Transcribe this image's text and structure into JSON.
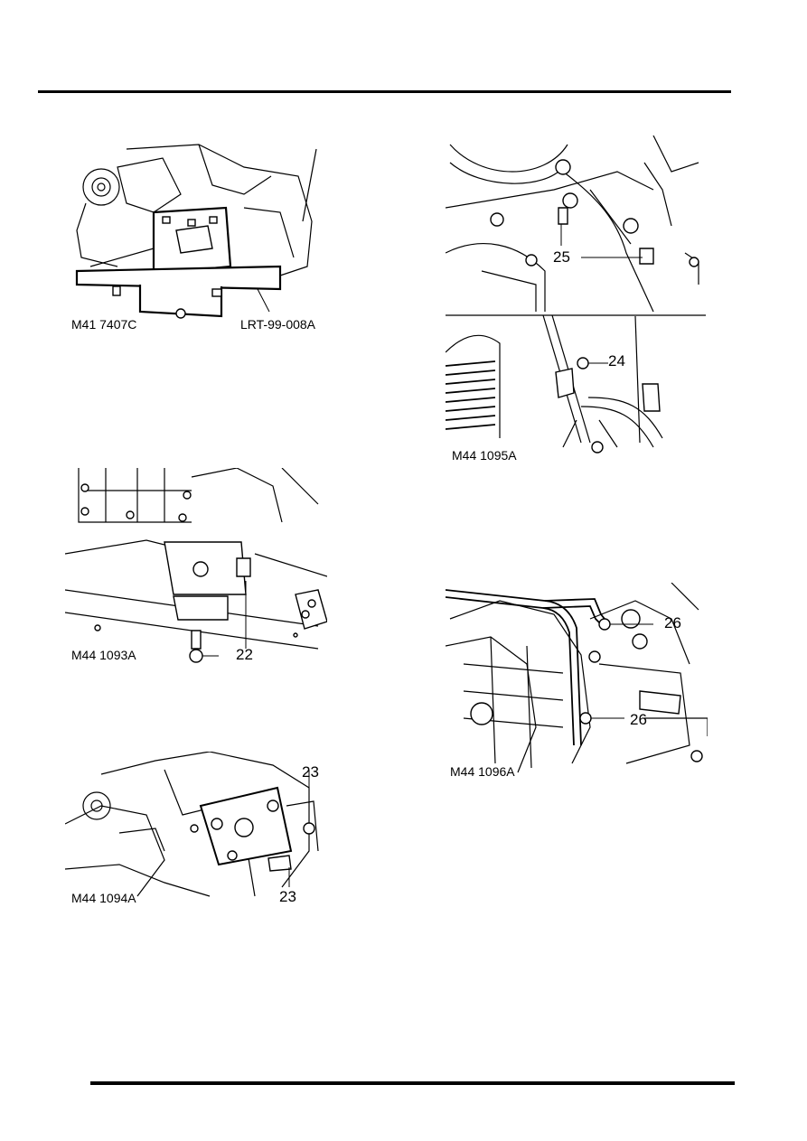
{
  "figures": [
    {
      "id": "M41 7407C",
      "caption": "M41 7407C",
      "callouts": [
        "LRT-99-008A"
      ]
    },
    {
      "id": "M44 1093A",
      "caption": "M44 1093A",
      "callouts": [
        "22"
      ]
    },
    {
      "id": "M44 1094A",
      "caption": "M44 1094A",
      "callouts": [
        "23",
        "23"
      ]
    },
    {
      "id": "M44 1095A",
      "caption": "M44 1095A",
      "callouts": [
        "25",
        "24"
      ]
    },
    {
      "id": "M44 1096A",
      "caption": "M44 1096A",
      "callouts": [
        "26",
        "26"
      ]
    }
  ]
}
